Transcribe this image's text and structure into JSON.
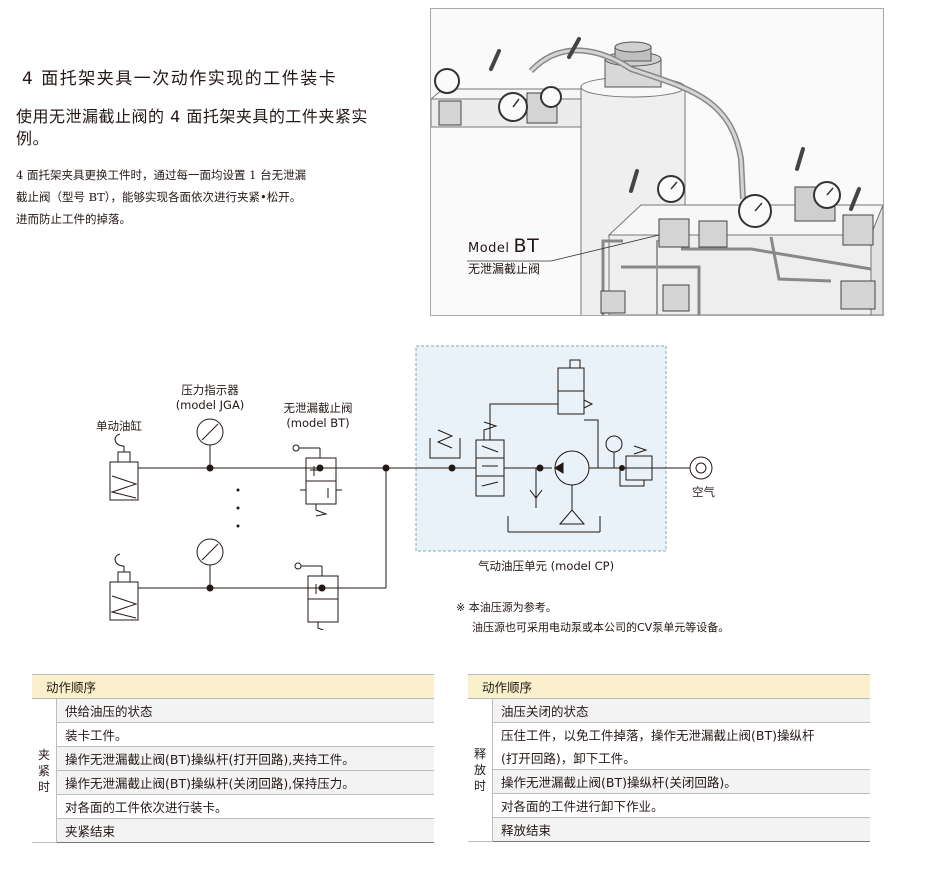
{
  "header": {
    "title": "4 面托架夹具一次动作实现的工件装卡",
    "subtitle": "使用无泄漏截止阀的 4 面托架夹具的工件夹紧实例。",
    "description": [
      "4 面托架夹具更换工件时，通过每一面均设置 1 台无泄漏",
      "截止阀（型号 BT），能够实现各面依次进行夹紧•松开。",
      "进而防止工件的掉落。"
    ]
  },
  "photo": {
    "model_prefix": "Model",
    "model_code": "BT",
    "product_name": "无泄漏截止阀"
  },
  "circuit": {
    "cylinder_label": "单动油缸",
    "gauge_label": "压力指示器",
    "gauge_model": "(model JGA)",
    "valve_label": "无泄漏截止阀",
    "valve_model": "(model BT)",
    "unit_label": "气动油压单元 (model CP)",
    "air_label": "空气"
  },
  "note": {
    "line1": "※ 本油压源为参考。",
    "line2": "油压源也可采用电动泵或本公司的CV泵单元等设备。"
  },
  "clamp_table": {
    "header": "动作顺序",
    "side": "夹紧时",
    "rows": [
      "供给油压的状态",
      "装卡工件。",
      "操作无泄漏截止阀(BT)操纵杆(打开回路),夹持工件。",
      "操作无泄漏截止阀(BT)操纵杆(关闭回路),保持压力。",
      "对各面的工件依次进行装卡。",
      "夹紧结束"
    ]
  },
  "release_table": {
    "header": "动作顺序",
    "side": "释放时",
    "rows": [
      "油压关闭的状态",
      "压住工件，以免工件掉落，操作无泄漏截止阀(BT)操纵杆",
      "(打开回路)，卸下工件。",
      "操作无泄漏截止阀(BT)操纵杆(关闭回路)。",
      "对各面的工件进行卸下作业。",
      "释放结束"
    ]
  }
}
